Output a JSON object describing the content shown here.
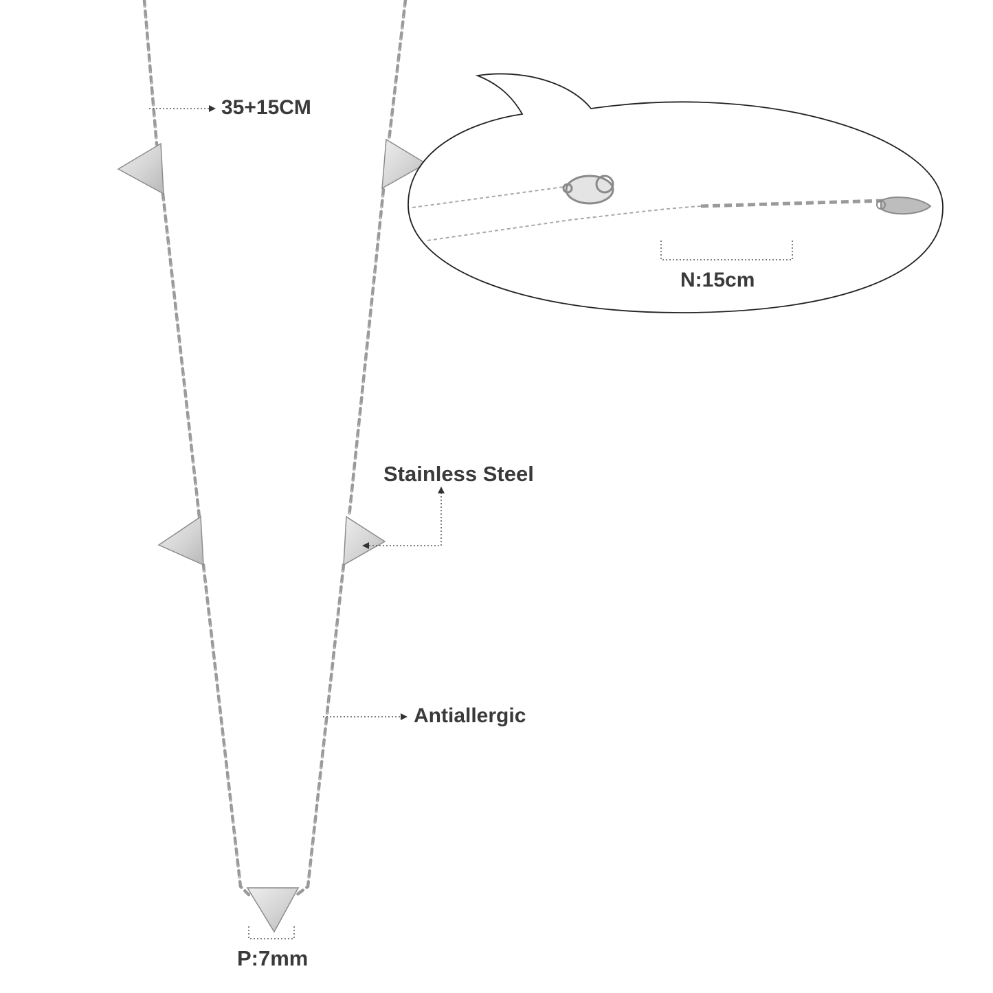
{
  "product": {
    "labels": {
      "length": "35+15CM",
      "material": "Stainless Steel",
      "feature": "Antiallergic",
      "pendant_size": "P:7mm",
      "extender_length": "N:15cm"
    }
  },
  "colors": {
    "background": "#ffffff",
    "chain": "#9a9a9a",
    "pendant": "#d9d9d9",
    "pendant_edge": "#8c8c8c",
    "label_text": "#3a3a3a",
    "leader_line": "#555555",
    "callout_outline": "#222222"
  },
  "icons": {
    "arrow": "arrow-head-icon",
    "bracket": "dimension-bracket-icon"
  }
}
